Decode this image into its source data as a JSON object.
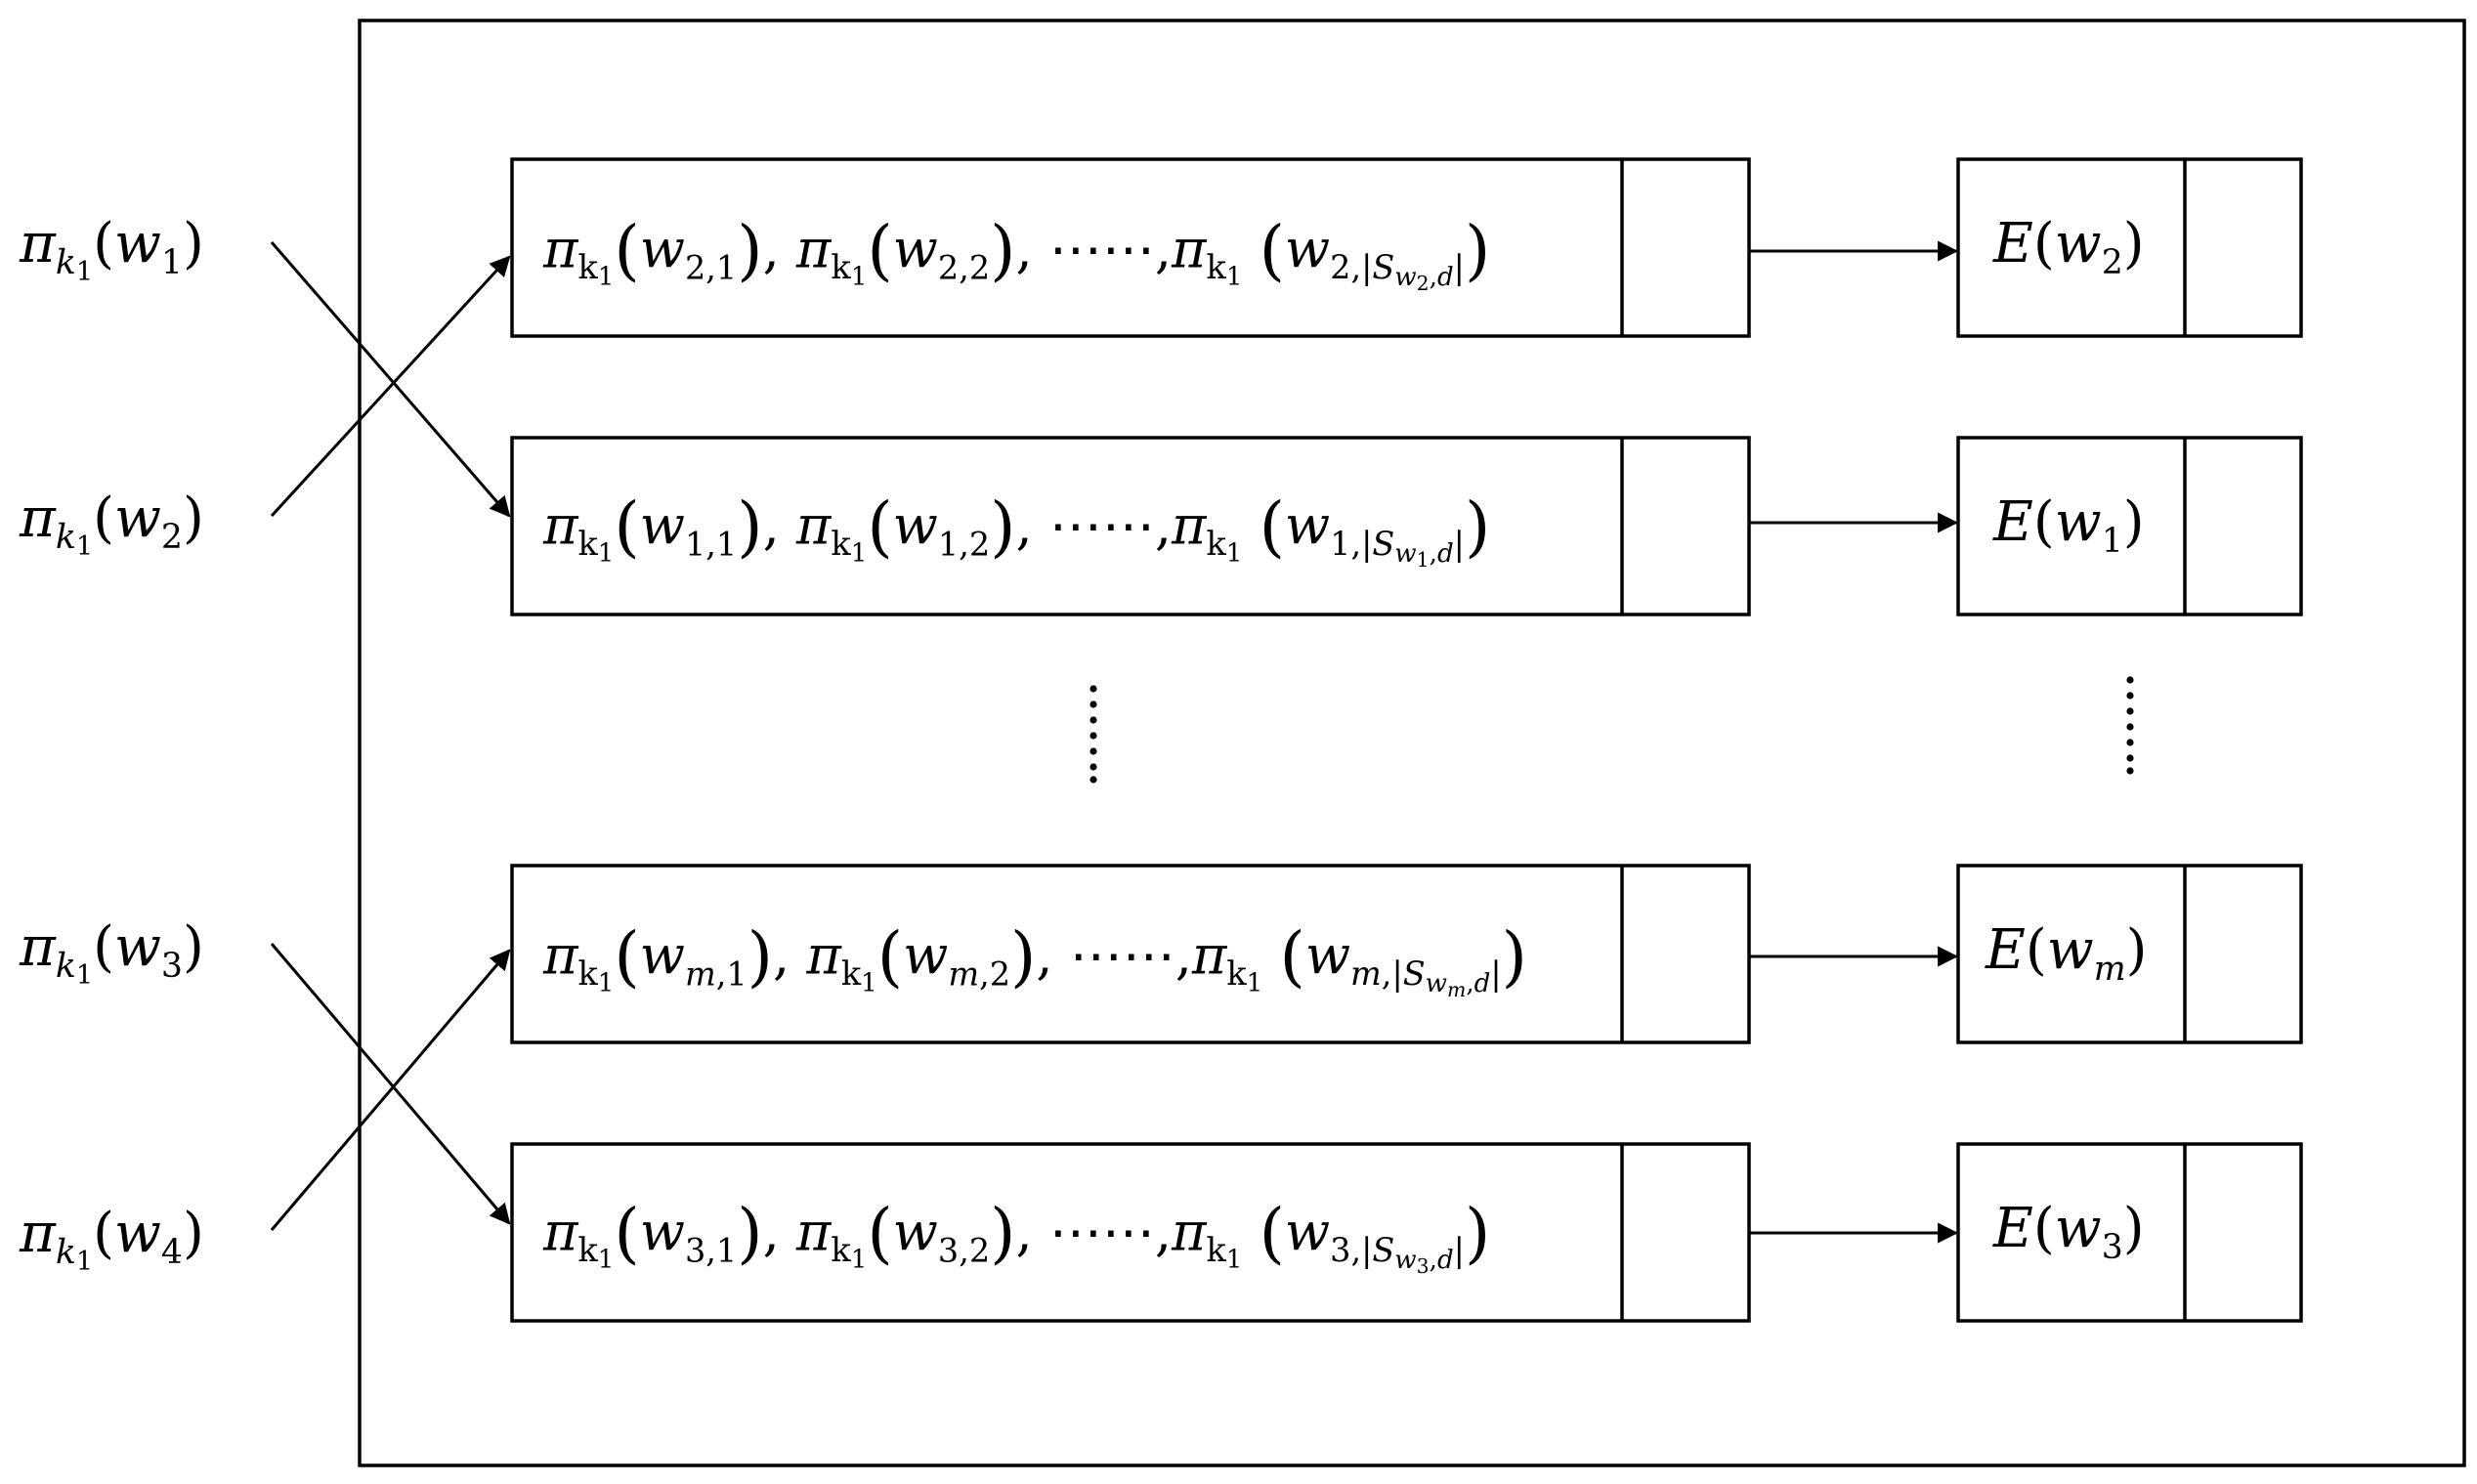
{
  "inputs": [
    {
      "pi": "π",
      "k": "k",
      "k_sub": "1",
      "w": "w",
      "w_sub": "1"
    },
    {
      "pi": "π",
      "k": "k",
      "k_sub": "1",
      "w": "w",
      "w_sub": "2"
    },
    {
      "pi": "π",
      "k": "k",
      "k_sub": "1",
      "w": "w",
      "w_sub": "3"
    },
    {
      "pi": "π",
      "k": "k",
      "k_sub": "1",
      "w": "w",
      "w_sub": "4"
    }
  ],
  "rows": [
    {
      "idx": "2",
      "e_sub": "2",
      "last": "w",
      "last_sub": "2"
    },
    {
      "idx": "1",
      "e_sub": "1",
      "last": "w",
      "last_sub": "1"
    },
    {
      "idx": "m",
      "e_sub": "m",
      "last": "w",
      "last_sub": "m"
    },
    {
      "idx": "3",
      "e_sub": "3",
      "last": "w",
      "last_sub": "3"
    }
  ],
  "symbols": {
    "pi": "π",
    "k": "k",
    "one": "1",
    "w": "w",
    "E": "E",
    "S": "S",
    "d": "d",
    "comma": ",",
    "dots": "⋯⋯",
    "lparen": "(",
    "rparen": ")",
    "bar": "|",
    "idx1": "1",
    "idx2": "2"
  },
  "vertical_dots": "⋮"
}
